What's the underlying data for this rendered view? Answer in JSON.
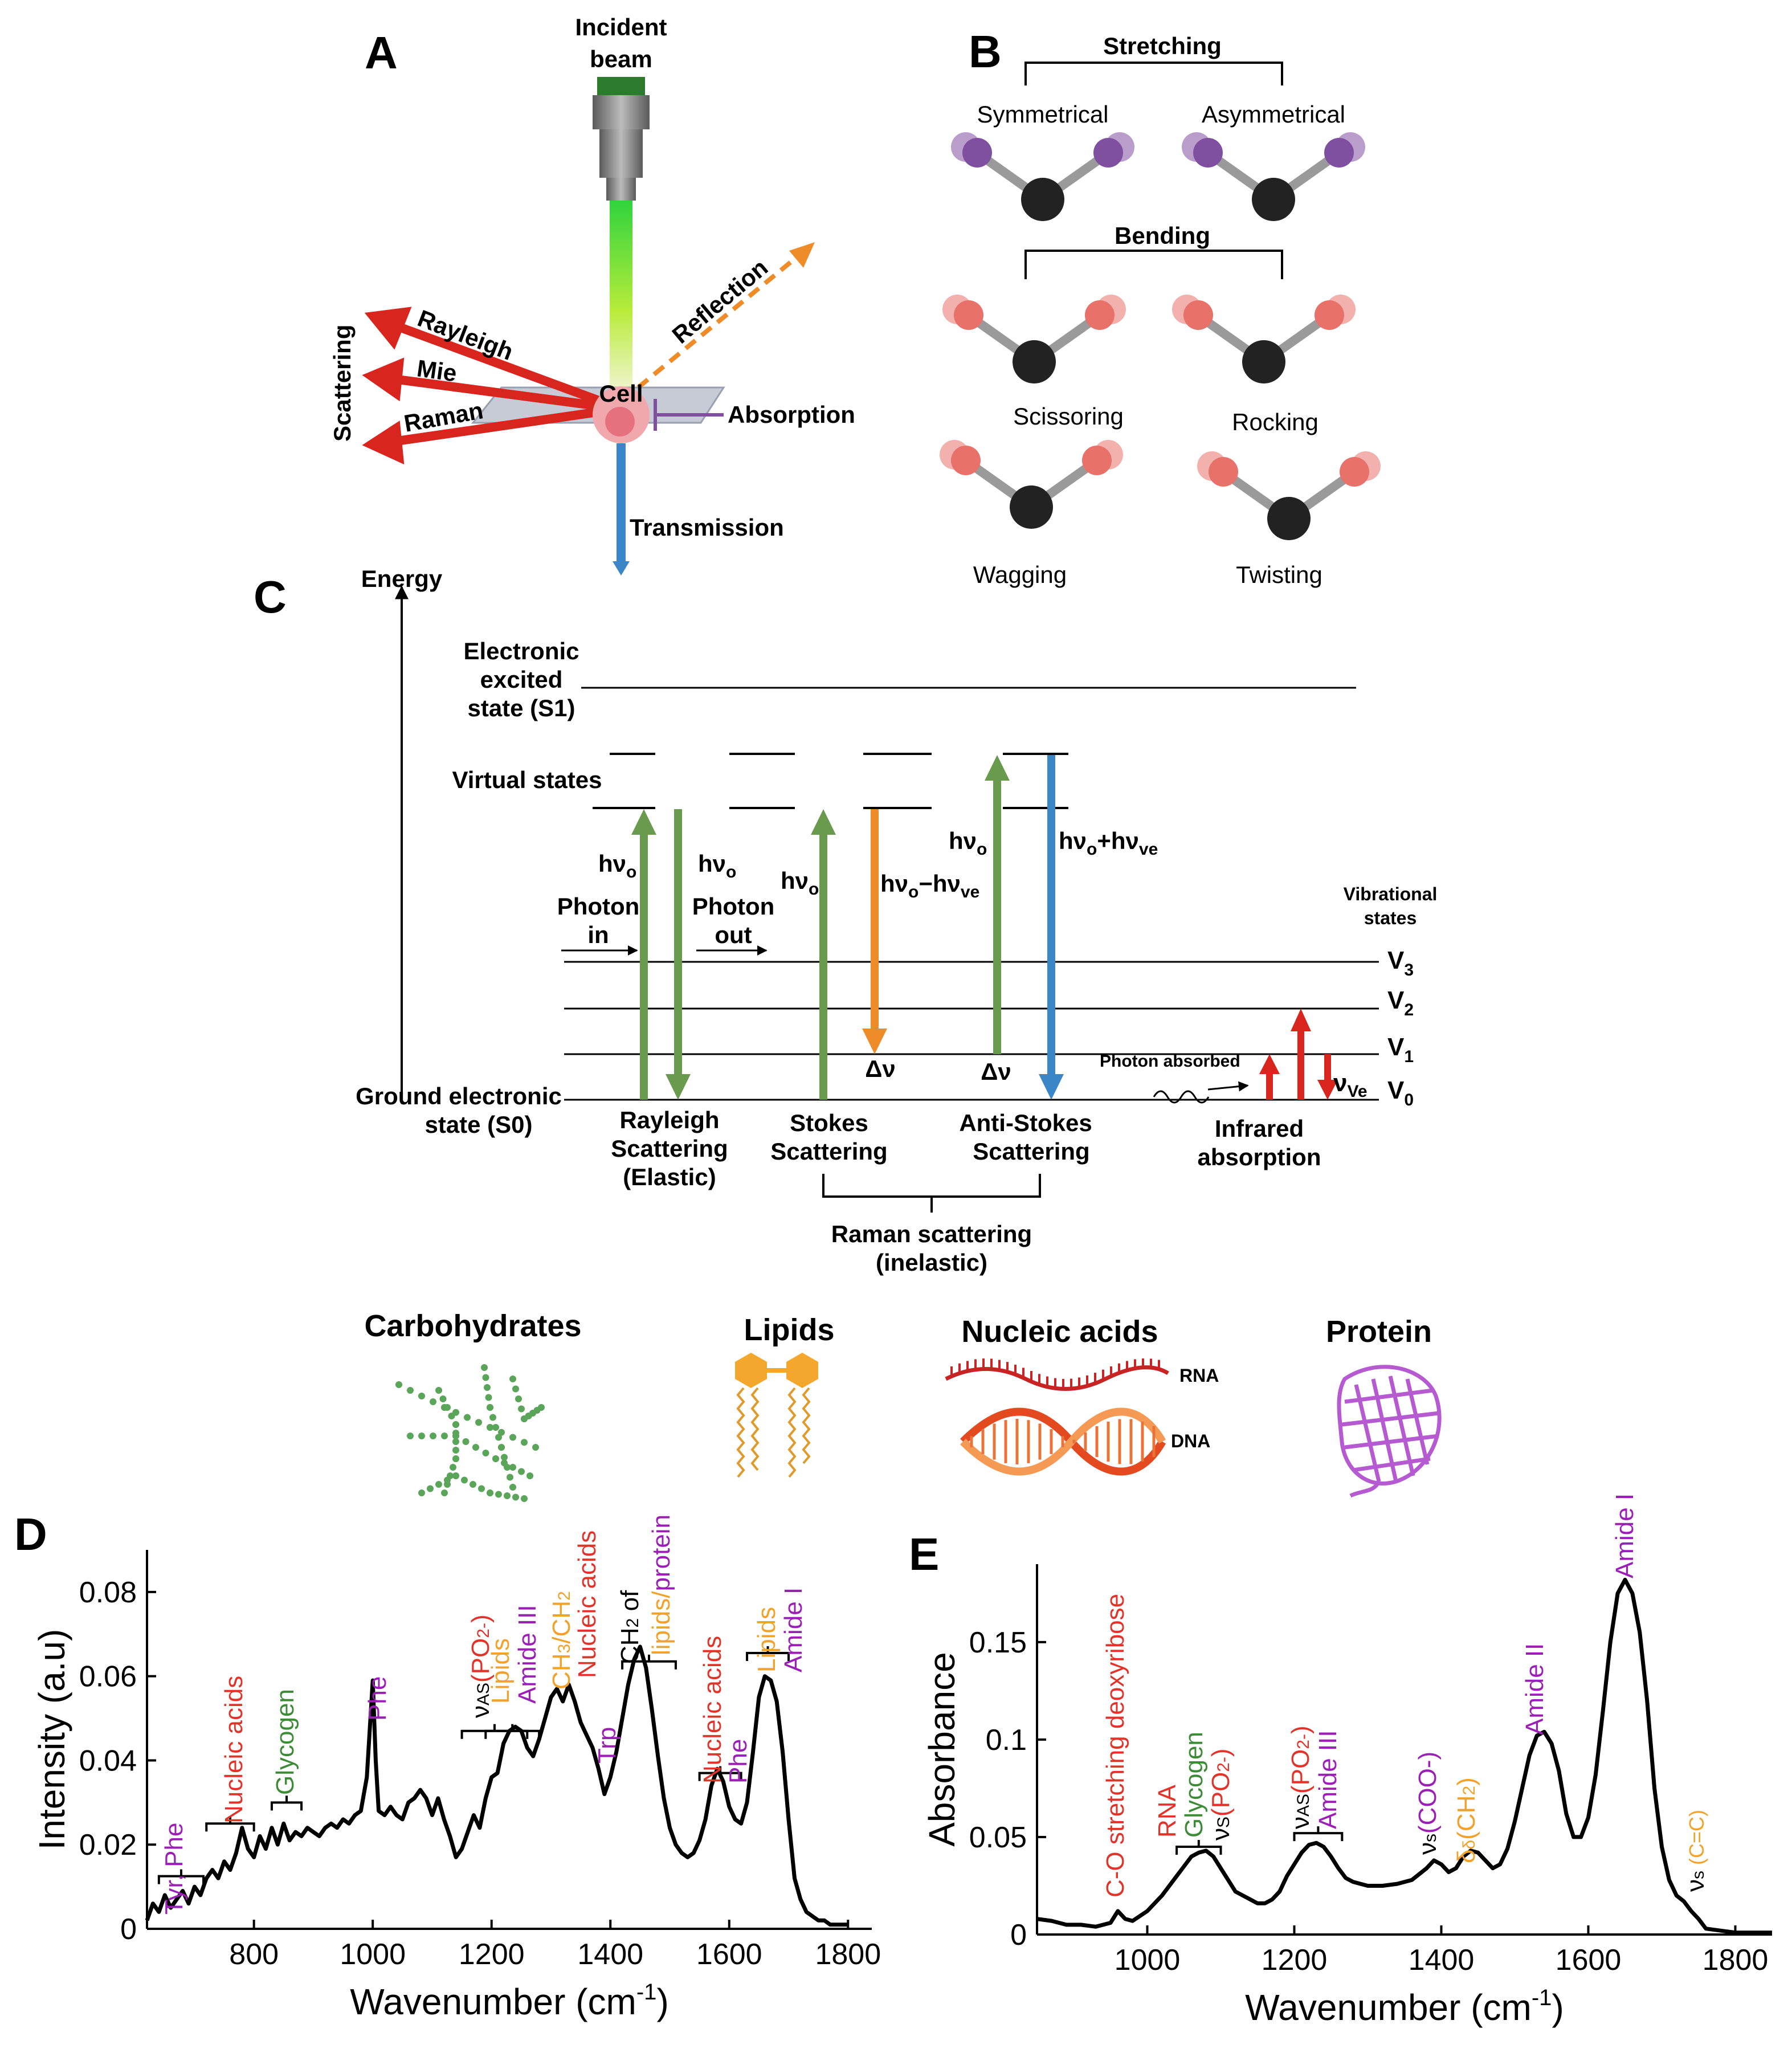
{
  "panel_a": {
    "letter": "A",
    "incident": "Incident",
    "beam": "beam",
    "rayleigh": "Rayleigh",
    "mie": "Mie",
    "raman": "Raman",
    "scattering": "Scattering",
    "reflection": "Reflection",
    "cell": "Cell",
    "absorption": "Absorption",
    "transmission": "Transmission"
  },
  "panel_b": {
    "letter": "B",
    "stretching": "Stretching",
    "symmetrical": "Symmetrical",
    "asymmetrical": "Asymmetrical",
    "bending": "Bending",
    "scissoring": "Scissoring",
    "rocking": "Rocking",
    "wagging": "Wagging",
    "twisting": "Twisting"
  },
  "panel_c": {
    "letter": "C",
    "energy": "Energy",
    "electronic": "Electronic",
    "excited": "excited",
    "state_s1": "state (S1)",
    "virtual_states": "Virtual states",
    "hv": "hν",
    "hv_sub": "o",
    "photon": "Photon",
    "in": "in",
    "out": "out",
    "hv_minus": "hν",
    "hv_minus_b": "−hν",
    "ve": "ve",
    "hv_plus": "hν",
    "hv_plus_b": "+hν",
    "delta_v": "Δν",
    "vibrational": "Vibrational",
    "states": "states",
    "v3": "V",
    "v3s": "3",
    "v2": "V",
    "v2s": "2",
    "v1": "V",
    "v1s": "1",
    "v0": "V",
    "v0s": "0",
    "photon_absorbed": "Photon absorbed",
    "nu_ve": "ν",
    "nu_ve_s": "Ve",
    "ground1": "Ground electronic",
    "ground2": "state (S0)",
    "rayleigh1": "Rayleigh",
    "rayleigh2": "Scattering",
    "rayleigh3": "(Elastic)",
    "stokes1": "Stokes",
    "stokes2": "Scattering",
    "anti1": "Anti-Stokes",
    "anti2": "Scattering",
    "ir1": "Infrared",
    "ir2": "absorption",
    "raman1": "Raman scattering",
    "raman2": "(inelastic)"
  },
  "biomolecules": {
    "carbohydrates": "Carbohydrates",
    "lipids": "Lipids",
    "nucleic_acids": "Nucleic acids",
    "protein": "Protein",
    "rna": "RNA",
    "dna": "DNA"
  },
  "chart_data": [
    {
      "type": "line",
      "panel": "D",
      "xlabel": "Wavenumber (cm",
      "xlabel_sup": "-1",
      "xlabel_end": ")",
      "ylabel": "Intensity (a.u)",
      "xlim": [
        620,
        1840
      ],
      "ylim": [
        0,
        0.09
      ],
      "xticks": [
        800,
        1000,
        1200,
        1400,
        1600,
        1800
      ],
      "xtick_labels": [
        "800",
        "1000",
        "1200",
        "1400",
        "1600",
        "1800"
      ],
      "yticks": [
        0,
        0.02,
        0.04,
        0.06,
        0.08
      ],
      "ytick_labels": [
        "0",
        "0.02",
        "0.04",
        "0.06",
        "0.08"
      ],
      "x": [
        620,
        630,
        640,
        650,
        660,
        670,
        680,
        690,
        700,
        710,
        720,
        730,
        740,
        750,
        760,
        770,
        780,
        790,
        800,
        810,
        820,
        830,
        840,
        850,
        860,
        870,
        880,
        890,
        900,
        910,
        920,
        930,
        940,
        950,
        960,
        970,
        980,
        990,
        1000,
        1005,
        1010,
        1020,
        1030,
        1040,
        1050,
        1060,
        1070,
        1080,
        1090,
        1100,
        1110,
        1120,
        1130,
        1140,
        1150,
        1160,
        1170,
        1180,
        1190,
        1200,
        1210,
        1220,
        1230,
        1240,
        1250,
        1260,
        1270,
        1280,
        1290,
        1300,
        1310,
        1320,
        1330,
        1340,
        1350,
        1360,
        1370,
        1380,
        1390,
        1400,
        1410,
        1420,
        1430,
        1440,
        1450,
        1460,
        1470,
        1480,
        1490,
        1500,
        1510,
        1520,
        1530,
        1540,
        1550,
        1560,
        1570,
        1580,
        1590,
        1600,
        1610,
        1620,
        1630,
        1640,
        1650,
        1660,
        1670,
        1680,
        1690,
        1700,
        1710,
        1720,
        1730,
        1740,
        1750,
        1760,
        1770,
        1780,
        1790,
        1800
      ],
      "y": [
        0.002,
        0.006,
        0.004,
        0.008,
        0.005,
        0.007,
        0.009,
        0.006,
        0.01,
        0.008,
        0.012,
        0.014,
        0.012,
        0.016,
        0.014,
        0.018,
        0.024,
        0.019,
        0.017,
        0.022,
        0.019,
        0.024,
        0.02,
        0.025,
        0.021,
        0.023,
        0.022,
        0.024,
        0.023,
        0.022,
        0.024,
        0.025,
        0.024,
        0.026,
        0.025,
        0.027,
        0.028,
        0.036,
        0.059,
        0.04,
        0.028,
        0.027,
        0.029,
        0.027,
        0.026,
        0.03,
        0.031,
        0.033,
        0.031,
        0.027,
        0.031,
        0.026,
        0.022,
        0.017,
        0.019,
        0.023,
        0.027,
        0.024,
        0.031,
        0.036,
        0.037,
        0.044,
        0.047,
        0.048,
        0.047,
        0.043,
        0.041,
        0.045,
        0.05,
        0.055,
        0.057,
        0.054,
        0.058,
        0.054,
        0.049,
        0.046,
        0.043,
        0.038,
        0.032,
        0.036,
        0.042,
        0.05,
        0.058,
        0.064,
        0.067,
        0.062,
        0.052,
        0.041,
        0.031,
        0.024,
        0.02,
        0.018,
        0.017,
        0.018,
        0.021,
        0.026,
        0.034,
        0.038,
        0.035,
        0.029,
        0.026,
        0.025,
        0.03,
        0.042,
        0.055,
        0.06,
        0.059,
        0.054,
        0.042,
        0.026,
        0.012,
        0.007,
        0.004,
        0.003,
        0.002,
        0.002,
        0.001,
        0.001,
        0.001,
        0.001,
        0.001
      ],
      "annotations": [
        {
          "text": "Tyr, Phe",
          "color": "#9b1fb5"
        },
        {
          "text": "Nucleic acids",
          "color": "#e0332a"
        },
        {
          "text": "Glycogen",
          "color": "#3d8b37"
        },
        {
          "text": "Phe",
          "color": "#9b1fb5"
        },
        {
          "text": "ν",
          "color": "#000000"
        },
        {
          "text": "AS",
          "color": "#000000"
        },
        {
          "text": "(PO",
          "color": "#e0332a"
        },
        {
          "text": "2",
          "color": "#e0332a"
        },
        {
          "text": "-",
          "color": "#e0332a"
        },
        {
          "text": ")",
          "color": "#e0332a"
        },
        {
          "text": "Lipids",
          "color": "#f0a22b"
        },
        {
          "text": "Amide III",
          "color": "#9b1fb5"
        },
        {
          "text": "CH",
          "color": "#f0a22b"
        },
        {
          "text": "3",
          "color": "#f0a22b"
        },
        {
          "text": "/CH",
          "color": "#f0a22b"
        },
        {
          "text": "2",
          "color": "#f0a22b"
        },
        {
          "text": "Nucleic acids",
          "color": "#e0332a"
        },
        {
          "text": "Trp",
          "color": "#9b1fb5"
        },
        {
          "text": "CH",
          "color": "#000000"
        },
        {
          "text": "2",
          "color": "#000000"
        },
        {
          "text": " of",
          "color": "#000000"
        },
        {
          "text": "lipids/",
          "color": "#f0a22b"
        },
        {
          "text": "protein",
          "color": "#9b1fb5"
        },
        {
          "text": "Nucleic acids",
          "color": "#e0332a"
        },
        {
          "text": "Phe",
          "color": "#9b1fb5"
        },
        {
          "text": "Lipids",
          "color": "#f0a22b"
        },
        {
          "text": "Amide I",
          "color": "#9b1fb5"
        }
      ]
    },
    {
      "type": "line",
      "panel": "E",
      "xlabel": "Wavenumber (cm",
      "xlabel_sup": "-1",
      "xlabel_end": ")",
      "ylabel": "Absorbance",
      "xlim": [
        850,
        1850
      ],
      "ylim": [
        0,
        0.19
      ],
      "xticks": [
        1000,
        1200,
        1400,
        1600,
        1800
      ],
      "xtick_labels": [
        "1000",
        "1200",
        "1400",
        "1600",
        "1800"
      ],
      "yticks": [
        0,
        0.05,
        0.1,
        0.15
      ],
      "ytick_labels": [
        "0",
        "0.05",
        "0.1",
        "0.15"
      ],
      "x": [
        850,
        870,
        890,
        910,
        930,
        950,
        960,
        970,
        980,
        1000,
        1020,
        1040,
        1050,
        1060,
        1070,
        1080,
        1090,
        1100,
        1110,
        1120,
        1130,
        1140,
        1150,
        1160,
        1170,
        1180,
        1190,
        1200,
        1210,
        1220,
        1230,
        1240,
        1250,
        1260,
        1270,
        1280,
        1300,
        1320,
        1340,
        1360,
        1380,
        1390,
        1400,
        1410,
        1420,
        1430,
        1440,
        1450,
        1460,
        1470,
        1480,
        1490,
        1500,
        1510,
        1520,
        1530,
        1540,
        1550,
        1560,
        1570,
        1580,
        1590,
        1600,
        1610,
        1620,
        1630,
        1640,
        1650,
        1660,
        1670,
        1680,
        1690,
        1700,
        1710,
        1720,
        1730,
        1740,
        1750,
        1760,
        1780,
        1800,
        1820,
        1850
      ],
      "y": [
        0.008,
        0.007,
        0.005,
        0.005,
        0.004,
        0.006,
        0.012,
        0.008,
        0.007,
        0.012,
        0.02,
        0.03,
        0.035,
        0.04,
        0.042,
        0.043,
        0.04,
        0.034,
        0.028,
        0.022,
        0.02,
        0.018,
        0.016,
        0.016,
        0.018,
        0.022,
        0.03,
        0.036,
        0.042,
        0.046,
        0.047,
        0.045,
        0.04,
        0.034,
        0.029,
        0.027,
        0.025,
        0.025,
        0.026,
        0.028,
        0.034,
        0.038,
        0.036,
        0.032,
        0.034,
        0.04,
        0.043,
        0.042,
        0.038,
        0.034,
        0.036,
        0.044,
        0.058,
        0.075,
        0.092,
        0.102,
        0.104,
        0.098,
        0.084,
        0.062,
        0.05,
        0.05,
        0.06,
        0.082,
        0.115,
        0.15,
        0.175,
        0.182,
        0.175,
        0.155,
        0.12,
        0.075,
        0.045,
        0.028,
        0.02,
        0.017,
        0.012,
        0.008,
        0.003,
        0.002,
        0.001,
        0.001,
        0.001
      ],
      "annotations": [
        {
          "text": "C-O stretching deoxyribose",
          "color": "#e0332a"
        },
        {
          "text": "RNA",
          "color": "#e0332a"
        },
        {
          "text": "Glycogen",
          "color": "#3d8b37"
        },
        {
          "text": "ν",
          "color": "#000000"
        },
        {
          "text": "S",
          "color": "#000000"
        },
        {
          "text": "(PO",
          "color": "#e0332a"
        },
        {
          "text": "2",
          "color": "#e0332a"
        },
        {
          "text": "-",
          "color": "#e0332a"
        },
        {
          "text": ")",
          "color": "#e0332a"
        },
        {
          "text": "ν",
          "color": "#000000"
        },
        {
          "text": "AS",
          "color": "#000000"
        },
        {
          "text": "(PO",
          "color": "#e0332a"
        },
        {
          "text": "2",
          "color": "#e0332a"
        },
        {
          "text": "-",
          "color": "#e0332a"
        },
        {
          "text": ")",
          "color": "#e0332a"
        },
        {
          "text": "Amide III",
          "color": "#9b1fb5"
        },
        {
          "text": "ν",
          "color": "#000000"
        },
        {
          "text": "s",
          "color": "#000000"
        },
        {
          "text": "(COO-)",
          "color": "#9b1fb5"
        },
        {
          "text": "δ",
          "color": "#f0a22b"
        },
        {
          "text": "δ",
          "color": "#f0a22b"
        },
        {
          "text": "(CH",
          "color": "#f0a22b"
        },
        {
          "text": "2",
          "color": "#f0a22b"
        },
        {
          "text": ")",
          "color": "#f0a22b"
        },
        {
          "text": "Amide II",
          "color": "#9b1fb5"
        },
        {
          "text": "Amide I",
          "color": "#9b1fb5"
        },
        {
          "text": "ν",
          "color": "#000000"
        },
        {
          "text": "s",
          "color": "#000000"
        },
        {
          "text": " (C=C)",
          "color": "#f0a22b"
        }
      ]
    }
  ],
  "colors": {
    "red_arrow": "#d8261f",
    "green_arrow": "#6a9a4e",
    "orange_arrow": "#ef8c2a",
    "blue_arrow": "#3b86c6",
    "purple_atom": "#7f4fa0",
    "pink_atom": "#e8716a",
    "dark_atom": "#222222",
    "purple_text": "#9b1fb5",
    "red_text": "#e0332a",
    "green_text": "#3d8b37",
    "orange_text": "#f0a22b"
  }
}
